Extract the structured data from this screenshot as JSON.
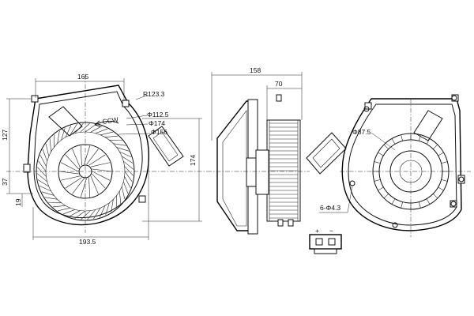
{
  "labels": {
    "width_165": "165",
    "radius": "R123.3",
    "rotation": "CCW",
    "dia_112": "Φ112.5",
    "dia_174": "Φ174",
    "dia_156": "Φ156",
    "height_174": "174",
    "height_127": "127",
    "offset_37": "37",
    "small_19": "19",
    "width_193": "193.5",
    "depth_158": "158",
    "depth_70": "70",
    "dia_87": "Φ87.5",
    "holes": "6-Φ4.3",
    "plus": "+",
    "minus": "−"
  },
  "icons": {
    "rotation_arrow": "ccw-arrow-icon",
    "connector": "connector-plug-icon"
  },
  "colors": {
    "line": "#111111",
    "background": "#ffffff"
  }
}
